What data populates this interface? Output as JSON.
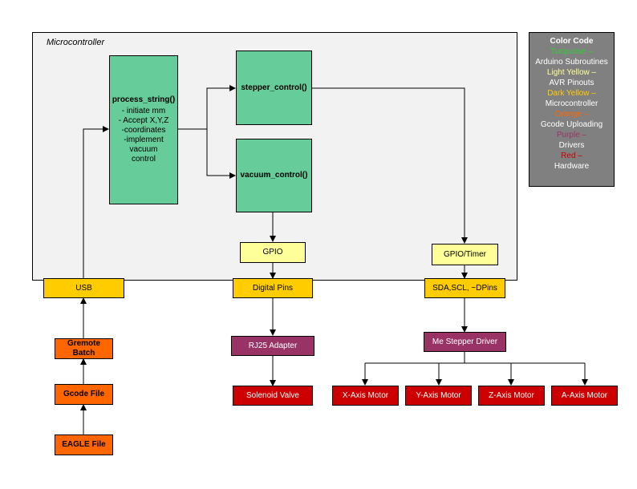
{
  "microcontroller_label": "Microcontroller",
  "process_string": {
    "title": "process_string()",
    "lines": [
      "- initiate mm",
      "- Accept X,Y,Z",
      "-coordinates",
      "-implement vacuum",
      "control"
    ]
  },
  "stepper_control": "stepper_control()",
  "vacuum_control": "vacuum_control()",
  "gpio": "GPIO",
  "gpio_timer": "GPIO/Timer",
  "usb": "USB",
  "digital_pins": "Digital Pins",
  "sda_pins": "SDA,SCL, ~DPins",
  "gremote_batch": "Gremote Batch",
  "gcode_file": "Gcode File",
  "eagle_file": "EAGLE File",
  "rj25_adapter": "RJ25 Adapter",
  "solenoid_valve": "Solenoid Valve",
  "me_stepper_driver": "Me Stepper Driver",
  "motors": [
    "X-Axis Motor",
    "Y-Axis Motor",
    "Z-Axis Motor",
    "A-Axis Motor"
  ],
  "legend": {
    "title": "Color Code",
    "items": [
      {
        "key": "Turquoise –",
        "key_color": "#33cc33",
        "value": "Arduino Subroutines"
      },
      {
        "key": "Light Yellow –",
        "key_color": "#ffff99",
        "value": "AVR Pinouts"
      },
      {
        "key": "Dark Yellow –",
        "key_color": "#ffcc00",
        "value": "Microcontroller"
      },
      {
        "key": "Orange –",
        "key_color": "#ff6600",
        "value": "Gcode Uploading"
      },
      {
        "key": "Purple –",
        "key_color": "#993366",
        "value": "Drivers"
      },
      {
        "key": "Red –",
        "key_color": "#cc0000",
        "value": "Hardware"
      }
    ]
  },
  "colors": {
    "green": "#66cc99",
    "light_yellow": "#ffff99",
    "dark_yellow": "#ffcc00",
    "orange": "#ff6600",
    "purple": "#993366",
    "red": "#cc0000",
    "legend_bg": "#808080"
  }
}
